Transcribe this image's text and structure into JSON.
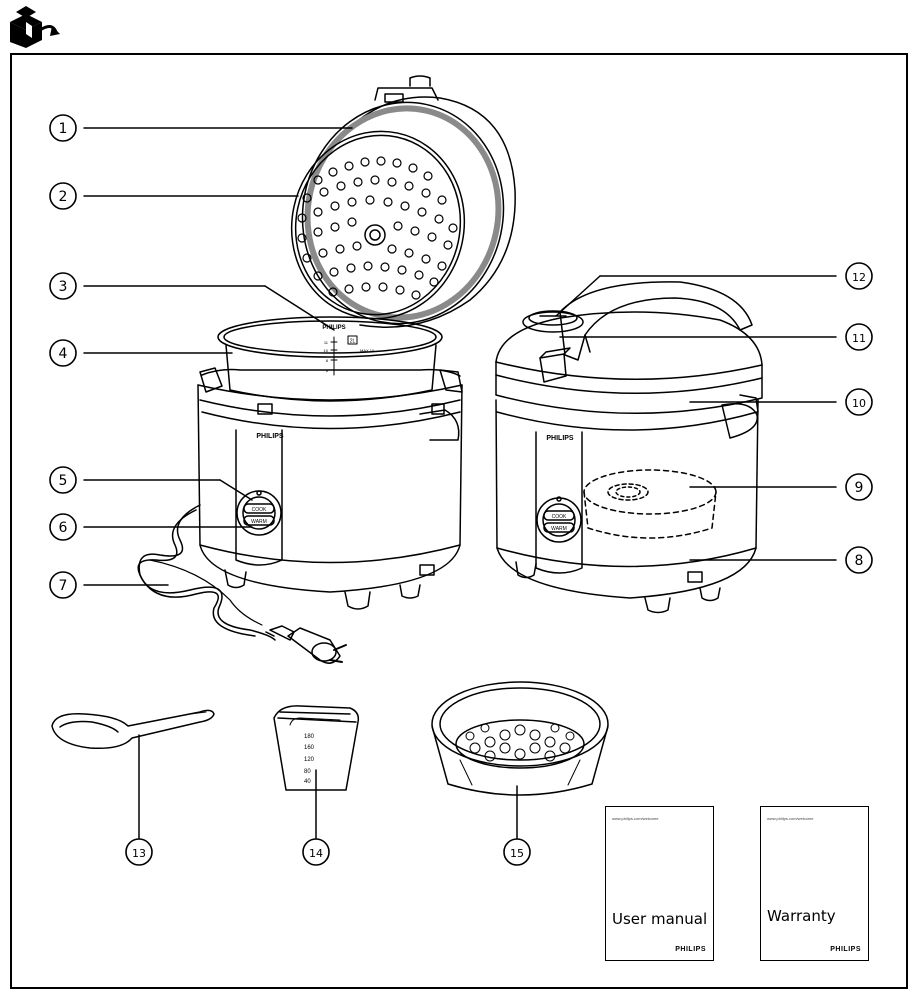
{
  "brand": "PHILIPS",
  "callouts": [
    "1",
    "2",
    "3",
    "4",
    "5",
    "6",
    "7",
    "8",
    "9",
    "10",
    "11",
    "12",
    "13",
    "14",
    "15"
  ],
  "control_panel": {
    "cook_label": "COOK",
    "warm_label": "WARM"
  },
  "inner_pot_scale": {
    "max_label": "MAX 10",
    "levels": [
      "11",
      "10",
      "8",
      "6"
    ],
    "cup_marking": "2L"
  },
  "measuring_cup": {
    "marks": [
      "180",
      "160",
      "120",
      "80",
      "40"
    ]
  },
  "booklets": [
    {
      "url": "www.philips.com/welcome",
      "title": "User manual",
      "brand": "PHILIPS"
    },
    {
      "url": "www.philips.com/welcome",
      "title": "Warranty",
      "brand": "PHILIPS"
    }
  ],
  "colors": {
    "line": "#000000",
    "gasket": "#8a8a8a",
    "paper": "#ffffff"
  }
}
